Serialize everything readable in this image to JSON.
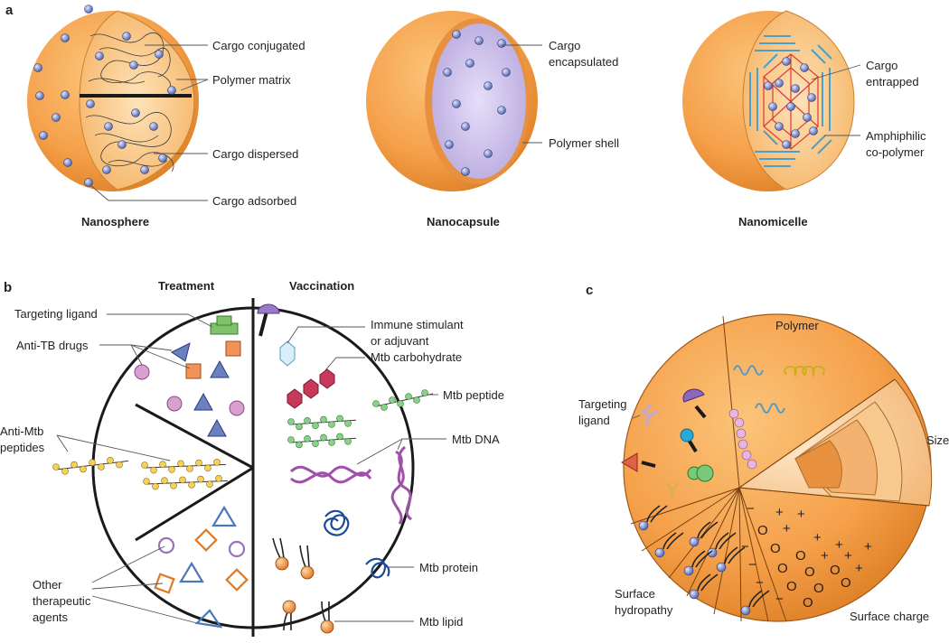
{
  "panel_a": {
    "letter": "a",
    "nanosphere": {
      "title": "Nanosphere",
      "labels": [
        "Cargo conjugated",
        "Polymer matrix",
        "Cargo dispersed",
        "Cargo adsorbed"
      ]
    },
    "nanocapsule": {
      "title": "Nanocapsule",
      "labels": [
        "Cargo",
        "encapsulated",
        "Polymer shell"
      ]
    },
    "nanomicelle": {
      "title": "Nanomicelle",
      "labels": [
        "Cargo",
        "entrapped",
        "Amphiphilic",
        "co-polymer"
      ]
    }
  },
  "panel_b": {
    "letter": "b",
    "treatment": "Treatment",
    "vaccination": "Vaccination",
    "left_labels": [
      "Targeting ligand",
      "Anti-TB drugs",
      "Anti-Mtb",
      "peptides",
      "Other",
      "therapeutic",
      "agents"
    ],
    "right_labels": [
      "Immune stimulant",
      "or adjuvant",
      "Mtb carbohydrate",
      "Mtb peptide",
      "Mtb DNA",
      "Mtb protein",
      "Mtb lipid"
    ]
  },
  "panel_c": {
    "letter": "c",
    "labels": {
      "polymer": "Polymer",
      "targeting1": "Targeting",
      "targeting2": "ligand",
      "size": "Size",
      "hydro1": "Surface",
      "hydro2": "hydropathy",
      "charge": "Surface charge"
    }
  },
  "colors": {
    "orange": "#f5a04a",
    "orange_dark": "#d97a1f",
    "lavender": "#c9bde3",
    "cargo_blue": "#6f7fc0",
    "red_micelle": "#d93a3a",
    "blue_micelle": "#4aa0c8"
  }
}
